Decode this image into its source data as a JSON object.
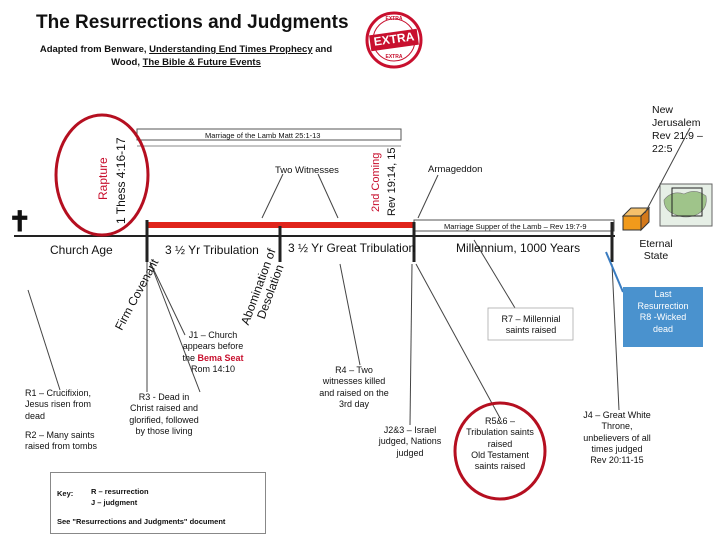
{
  "header": {
    "title": "The Resurrections and Judgments",
    "subtitle_line1_prefix": "Adapted from Benware, ",
    "subtitle_line1_link": "Understanding End Times Prophecy",
    "subtitle_line1_suffix": " and",
    "subtitle_line2_prefix": "Wood, ",
    "subtitle_line2_link": "The Bible & Future Events"
  },
  "logo": {
    "main_text": "EXTRA",
    "ring_top": "EXTRA",
    "ring_bottom": "EXTRA"
  },
  "timeline": {
    "cross_symbol": "✝",
    "bars": {
      "marriage_lamb": "Marriage of the Lamb    Matt 25:1-13",
      "marriage_supper": "Marriage Supper of the Lamb – Rev 19:7-9"
    },
    "periods": {
      "church_age": "Church Age",
      "tribulation": "3 ½ Yr Tribulation",
      "great_tribulation": "3 ½ Yr Great Tribulation",
      "millennium": "Millennium, 1000 Years",
      "eternal_state_line1": "Eternal",
      "eternal_state_line2": "State"
    },
    "events": {
      "rapture": "Rapture",
      "rapture_ref": "1 Thess 4:16-17",
      "second_coming": "2nd Coming",
      "second_coming_ref": "Rev 19:14, 15",
      "two_witnesses": "Two Witnesses",
      "armageddon": "Armageddon",
      "new_jerusalem": "New Jerusalem",
      "new_jerusalem_ref": "Rev 21:9 – 22:5",
      "firm_covenant": "Firm Covenant",
      "abomination_line1": "Abomination of",
      "abomination_line2": "Desolation"
    }
  },
  "notes": {
    "j1": [
      "J1 – Church",
      "appears before",
      "the ",
      "Bema Seat",
      "Rom 14:10"
    ],
    "r1": [
      "R1 – Crucifixion,",
      "Jesus risen from",
      "dead"
    ],
    "r2": [
      "R2 – Many saints",
      "raised from tombs"
    ],
    "r3": [
      "R3 - Dead in",
      "Christ raised and",
      "glorified, followed",
      "by those living"
    ],
    "r4": [
      "R4 – Two",
      "witnesses killed",
      "and raised on the",
      "3rd day"
    ],
    "j2j3": [
      "J2&3 – Israel",
      "judged, Nations",
      "judged"
    ],
    "r5r6": [
      "R5&6 –",
      "Tribulation saints",
      "raised",
      "Old Testament",
      "saints raised"
    ],
    "r7": [
      "R7 – Millennial",
      "saints raised"
    ],
    "j4": [
      "J4 – Great White",
      "Throne,",
      "unbelievers of all",
      "times judged",
      "Rev 20:11-15"
    ]
  },
  "last_resurrection": [
    "Last",
    "Resurrection",
    "R8 -Wicked",
    "dead"
  ],
  "key": {
    "label": "Key:",
    "r_entry": "R – resurrection",
    "j_entry": "J – judgment",
    "see_doc": "See \"Resurrections and Judgments\" document"
  }
}
